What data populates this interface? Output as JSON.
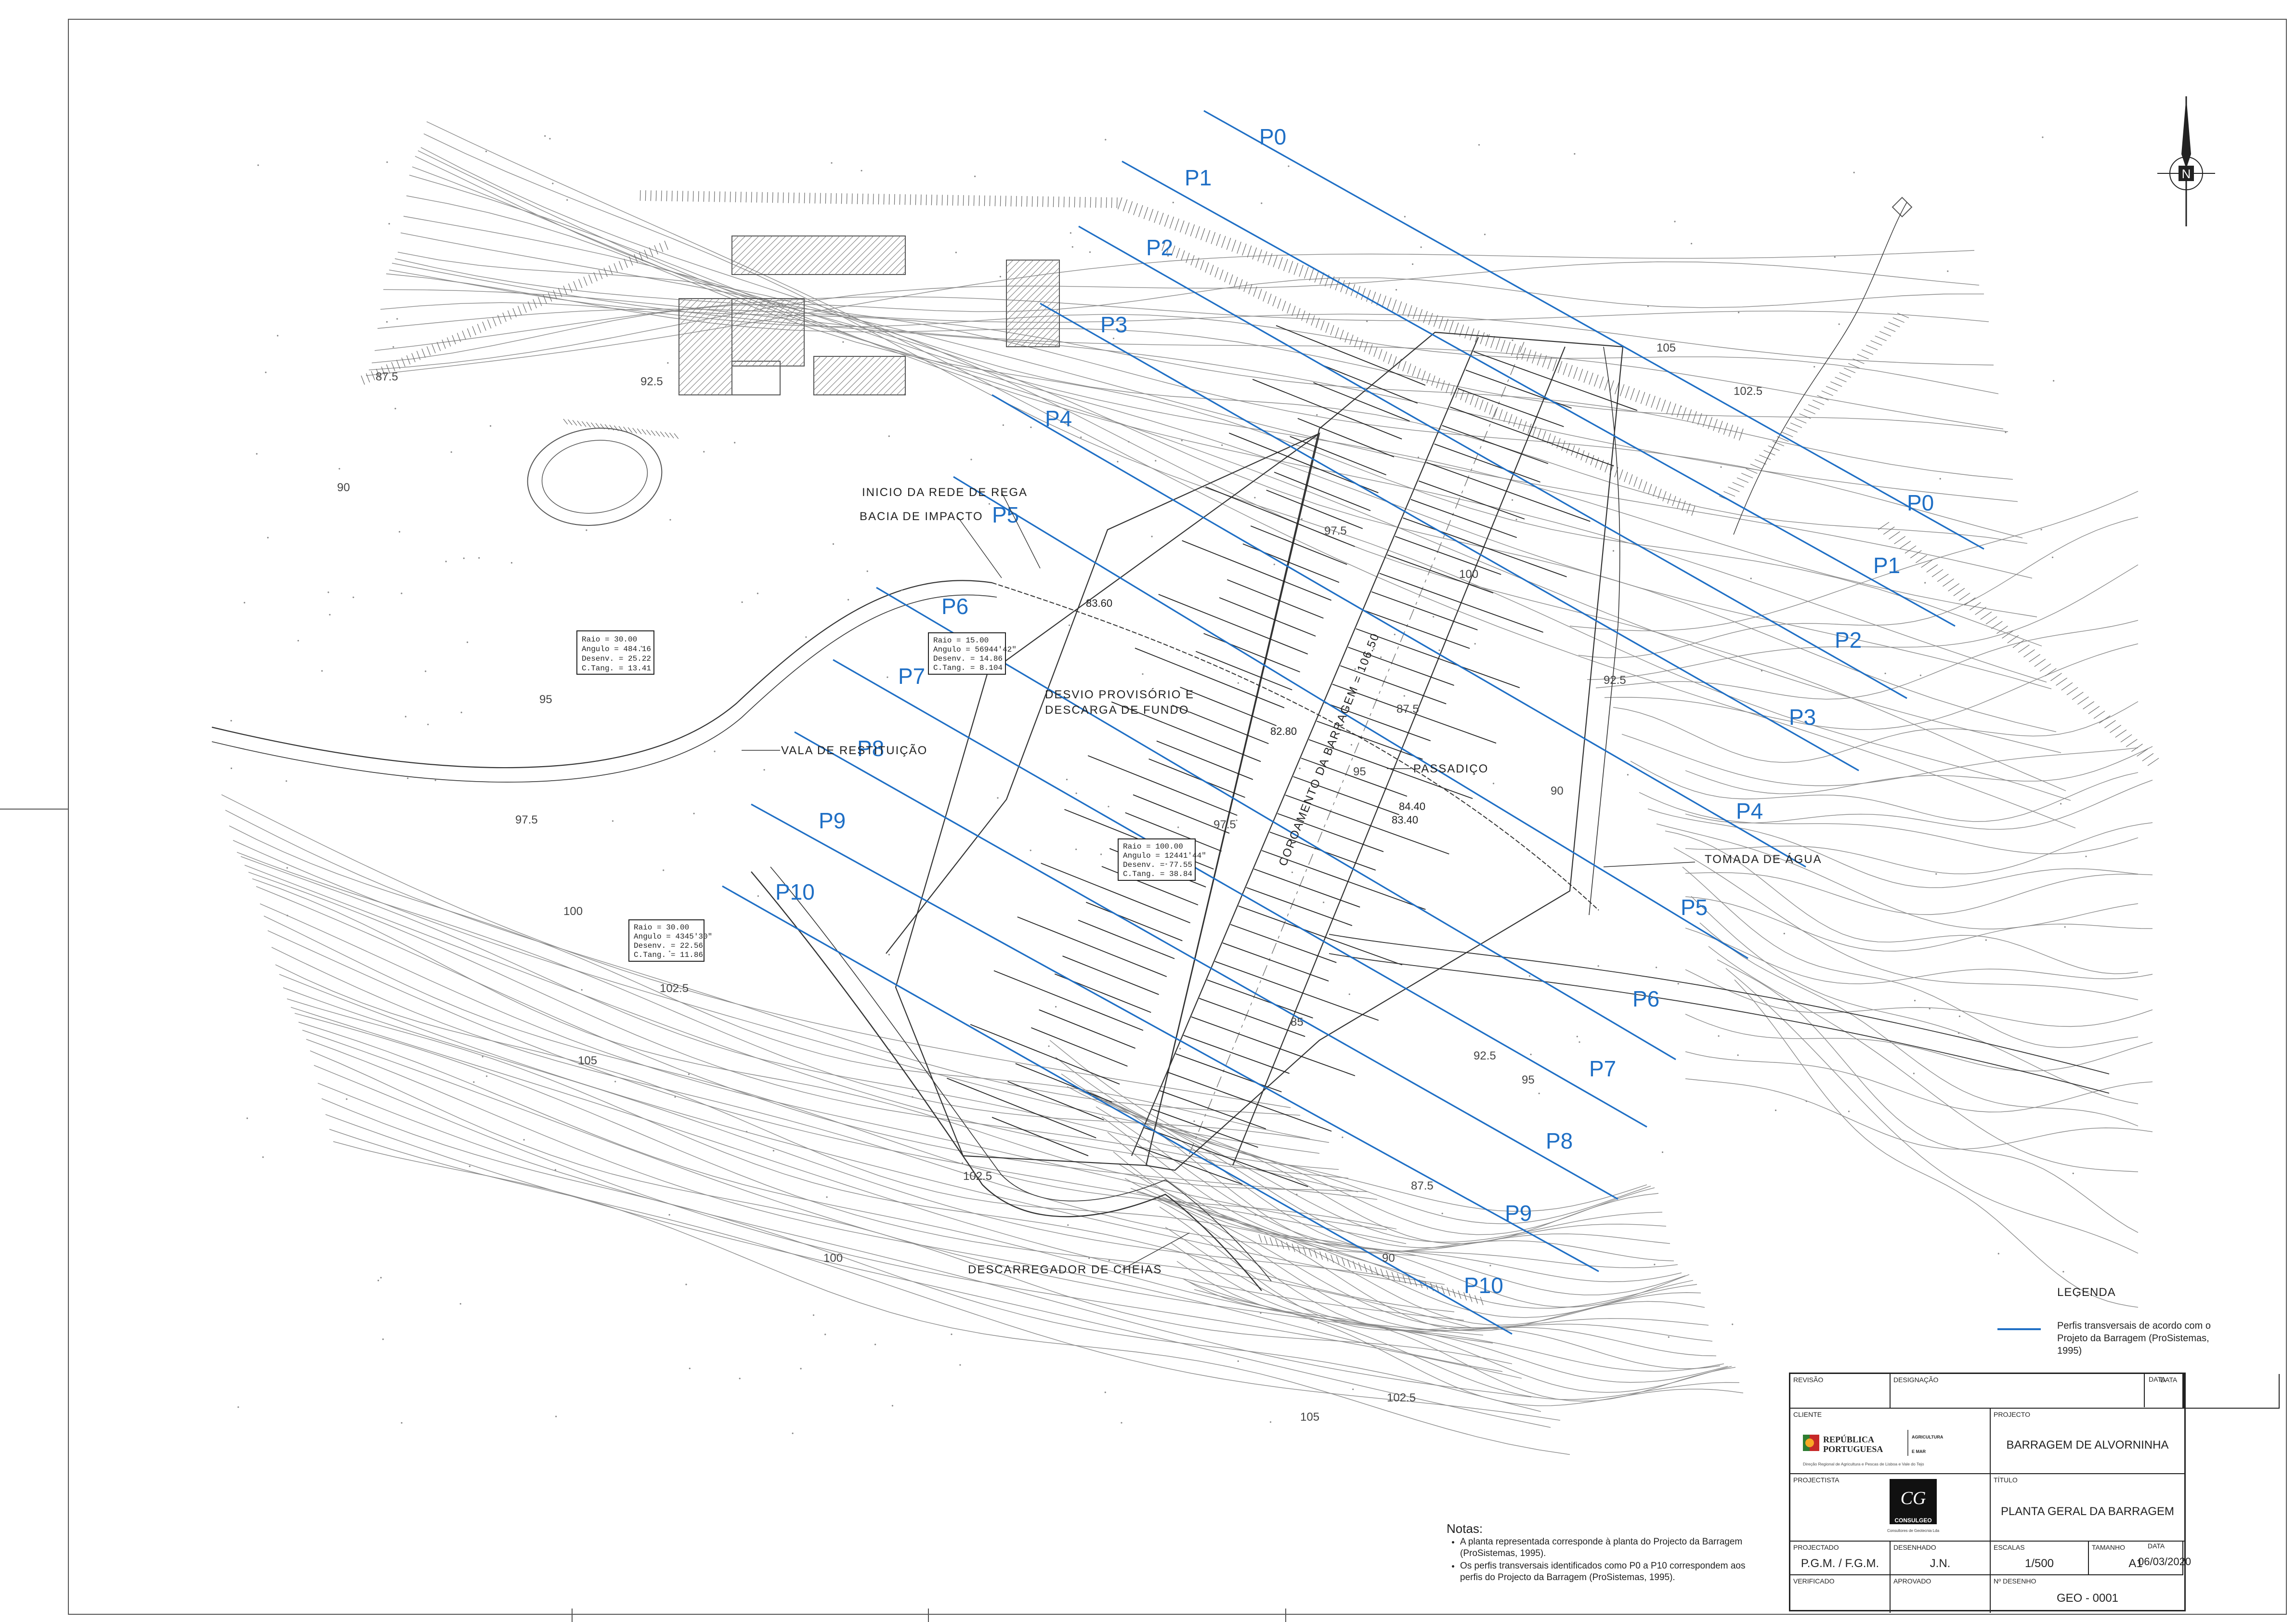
{
  "drawing": {
    "north_label": "N",
    "annotations": {
      "inicio_rede_rega": "INICIO DA REDE DE REGA",
      "bacia_impacto": "BACIA DE IMPACTO",
      "vala_restituicao": "VALA DE RESTITUIÇÃO",
      "desvio_provisorio": "DESVIO PROVISÓRIO E",
      "descarga_fundo": "DESCARGA DE FUNDO",
      "passadico": "PASSADIÇO",
      "tomada_agua": "TOMADA DE ÁGUA",
      "descarregador_cheias": "DESCARREGADOR DE CHEIAS",
      "coroamento": "COROAMENTO DA BARRAGEM = 106.50"
    },
    "spot_elevations": {
      "a": "83.60",
      "b": "84.40",
      "c": "83.40",
      "d": "82.80"
    },
    "curve_tables": [
      {
        "lines": [
          "Raio    = 30.00",
          "Angulo  = 484.16",
          "Desenv. = 25.22",
          "C.Tang. = 13.41"
        ]
      },
      {
        "lines": [
          "Raio    = 15.00",
          "Angulo  = 56944'42\"",
          "Desenv. = 14.86",
          "C.Tang. = 8.104"
        ]
      },
      {
        "lines": [
          "Raio    = 100.00",
          "Angulo  = 12441'44\"",
          "Desenv. = 77.55",
          "C.Tang. = 38.84"
        ]
      },
      {
        "lines": [
          "Raio    = 30.00",
          "Angulo  = 4345'30\"",
          "Desenv. = 22.56",
          "C.Tang. = 11.86"
        ]
      }
    ],
    "profiles": [
      {
        "name": "P0",
        "start_label": "P0",
        "end_label": "P0"
      },
      {
        "name": "P1",
        "start_label": "P1",
        "end_label": "P1"
      },
      {
        "name": "P2",
        "start_label": "P2",
        "end_label": "P2"
      },
      {
        "name": "P3",
        "start_label": "P3",
        "end_label": "P3"
      },
      {
        "name": "P4",
        "start_label": "P4",
        "end_label": "P4"
      },
      {
        "name": "P5",
        "start_label": "P5",
        "end_label": "P5"
      },
      {
        "name": "P6",
        "start_label": "P6",
        "end_label": "P6"
      },
      {
        "name": "P7",
        "start_label": "P7",
        "end_label": "P7"
      },
      {
        "name": "P8",
        "start_label": "P8",
        "end_label": "P8"
      },
      {
        "name": "P9",
        "start_label": "P9",
        "end_label": "P9"
      },
      {
        "name": "P10",
        "start_label": "P10",
        "end_label": "P10"
      }
    ],
    "contour_labels": [
      "87.5",
      "90",
      "92.5",
      "95",
      "97.5",
      "100",
      "102.5",
      "105",
      "102.5",
      "100",
      "97.5",
      "95",
      "92.5",
      "90",
      "87.5",
      "105",
      "102.5",
      "100",
      "97.5",
      "95",
      "92.5",
      "90",
      "87.5",
      "85",
      "102.5",
      "105"
    ]
  },
  "legend": {
    "title": "LEGENDA",
    "line_color": "#1f6fc5",
    "text": "Perfis transversais de acordo com o Projeto da Barragem (ProSistemas, 1995)"
  },
  "notes": {
    "title": "Notas:",
    "items": [
      "A planta representada corresponde à planta do Projecto da Barragem (ProSistemas, 1995).",
      "Os perfis transversais identificados como P0 a P10 correspondem aos perfis do Projecto da Barragem (ProSistemas, 1995)."
    ]
  },
  "title_block": {
    "revisao_label": "REVISÃO",
    "designacao_label": "DESIGNAÇÃO",
    "data_label": "DATA",
    "cliente_label": "CLIENTE",
    "cliente_logo": {
      "line1": "REPÚBLICA",
      "line2": "PORTUGUESA",
      "side1": "AGRICULTURA",
      "side2": "E MAR",
      "sub": "Direção Regional de Agricultura e Pescas de Lisboa e Vale do Tejo"
    },
    "projecto_label": "PROJECTO",
    "projecto_value": "BARRAGEM DE ALVORNINHA",
    "projectista_label": "PROJECTISTA",
    "projectista_logo": {
      "mark": "CG",
      "name": "CONSULGEO",
      "sub": "Consultores de Geotecnia Lda"
    },
    "titulo_label": "TÍTULO",
    "titulo_value": "PLANTA GERAL DA BARRAGEM",
    "projectado_label": "PROJECTADO",
    "projectado_value": "P.G.M. / F.G.M.",
    "desenhado_label": "DESENHADO",
    "desenhado_value": "J.N.",
    "escalas_label": "ESCALAS",
    "escalas_value": "1/500",
    "tamanho_label": "TAMANHO",
    "tamanho_value": "A1",
    "data2_label": "DATA",
    "data2_value": "06/03/2020",
    "verificado_label": "VERIFICADO",
    "aprovado_label": "APROVADO",
    "n_desenho_label": "Nº DESENHO",
    "n_desenho_value": "GEO - 0001"
  }
}
